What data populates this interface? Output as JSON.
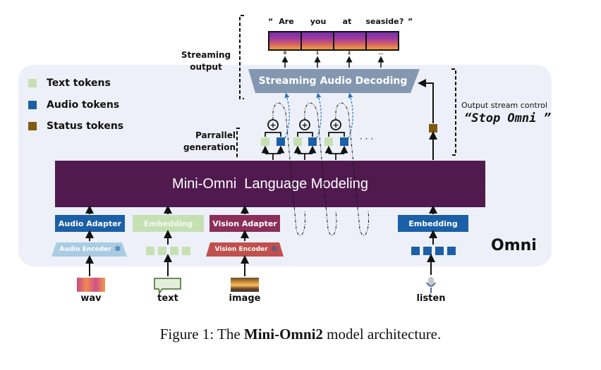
{
  "legend": [
    {
      "label": "Text tokens",
      "color": "#c6e0b4"
    },
    {
      "label": "Audio tokens",
      "color": "#1b5fa6"
    },
    {
      "label": "Status tokens",
      "color": "#7f5a10"
    }
  ],
  "output": {
    "quote_open": "“",
    "words": [
      "Are",
      "you",
      "at",
      "seaside"
    ],
    "question": "?",
    "quote_close": "”",
    "indices": [
      "0",
      "1",
      "2",
      "..."
    ]
  },
  "labels": {
    "streaming_output": "Streaming\noutput",
    "parallel_generation": "Parrallel\ngeneration",
    "output_stream_control": "Output stream control",
    "stop_omni": "“Stop Omni ”",
    "omni": "Omni",
    "ellipsis": "· · ·"
  },
  "boxes": {
    "decoder": "Streaming Audio Decoding",
    "language_model": "Mini-Omni  Language Modeling",
    "audio_adapter": "Audio Adapter",
    "text_embedding": "Embedding",
    "vision_adapter": "Vision Adapter",
    "listen_embedding": "Embedding",
    "audio_encoder": "Audio Encoder",
    "vision_encoder": "Vision Encoder"
  },
  "inputs": {
    "wav": "wav",
    "text": "text",
    "image": "image",
    "listen": "listen"
  },
  "colors": {
    "panel": "#edf0f8",
    "lm": "#501a4f",
    "decoder": "#8497b0",
    "audio_adapter": "#1b5fa6",
    "text_embedding": "#c6e0b4",
    "vision_adapter": "#8b2e5a",
    "audio_encoder": "#a9cce3",
    "vision_encoder": "#c0504d",
    "status": "#7f5a10"
  },
  "caption": {
    "prefix": "Figure 1: The ",
    "bold": "Mini-Omni2",
    "suffix": " model architecture."
  }
}
